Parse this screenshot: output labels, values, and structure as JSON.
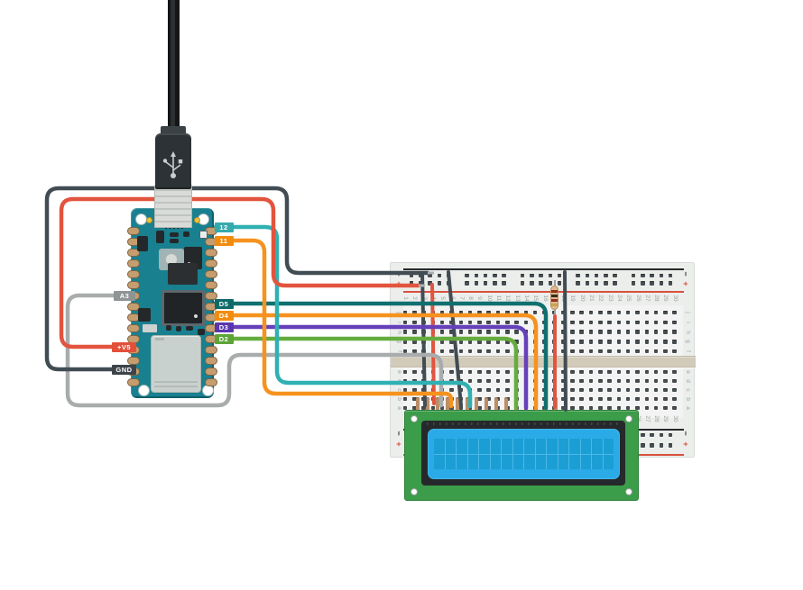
{
  "arduino": {
    "name": "arduino-nano-board",
    "right_pin_labels": [
      {
        "id": "w12",
        "text": "12",
        "bg": "#35aaad"
      },
      {
        "id": "w11",
        "text": "11",
        "bg": "#f28c0f"
      },
      {
        "id": "d5",
        "text": "D5",
        "bg": "#0d6a69"
      },
      {
        "id": "d4",
        "text": "D4",
        "bg": "#f28c0f"
      },
      {
        "id": "d3",
        "text": "D3",
        "bg": "#5936ae"
      },
      {
        "id": "d2",
        "text": "D2",
        "bg": "#5da338"
      }
    ],
    "left_pin_labels": [
      {
        "id": "a3",
        "text": "A3",
        "bg": "#8f9494"
      },
      {
        "id": "v5",
        "text": "+V5",
        "bg": "#e2503b"
      },
      {
        "id": "gnd",
        "text": "GND",
        "bg": "#3c4449"
      }
    ]
  },
  "breadboard": {
    "row_letters_top": [
      "j",
      "i",
      "h",
      "g",
      "f"
    ],
    "row_letters_bottom": [
      "e",
      "d",
      "c",
      "b",
      "a"
    ],
    "column_numbers": [
      1,
      2,
      3,
      4,
      5,
      6,
      7,
      8,
      9,
      10,
      11,
      12,
      13,
      14,
      15,
      16,
      17,
      18,
      19,
      20,
      21,
      22,
      23,
      24,
      25,
      26,
      27,
      28,
      29,
      30
    ],
    "rail_minus": "−",
    "rail_plus": "+",
    "rail_minus_color": "#26292a",
    "rail_plus_color": "#d8513d"
  },
  "lcd": {
    "columns": 16,
    "rows": 2,
    "pins": 16
  },
  "icons": {
    "usb_symbol": "usb-trident-icon"
  },
  "wire_colors": {
    "teal": "#2fb1b3",
    "orange": "#f6921e",
    "dark_teal": "#10706f",
    "purple": "#6640bb",
    "green": "#65ac3e",
    "red": "#e2543e",
    "dark_gray": "#414c53",
    "gray": "#a9acac",
    "tip_silver": "#aab0b2"
  },
  "resistor_band_colors": [
    "#93301f",
    "#3a2c20",
    "#93301f",
    "#caa250"
  ]
}
